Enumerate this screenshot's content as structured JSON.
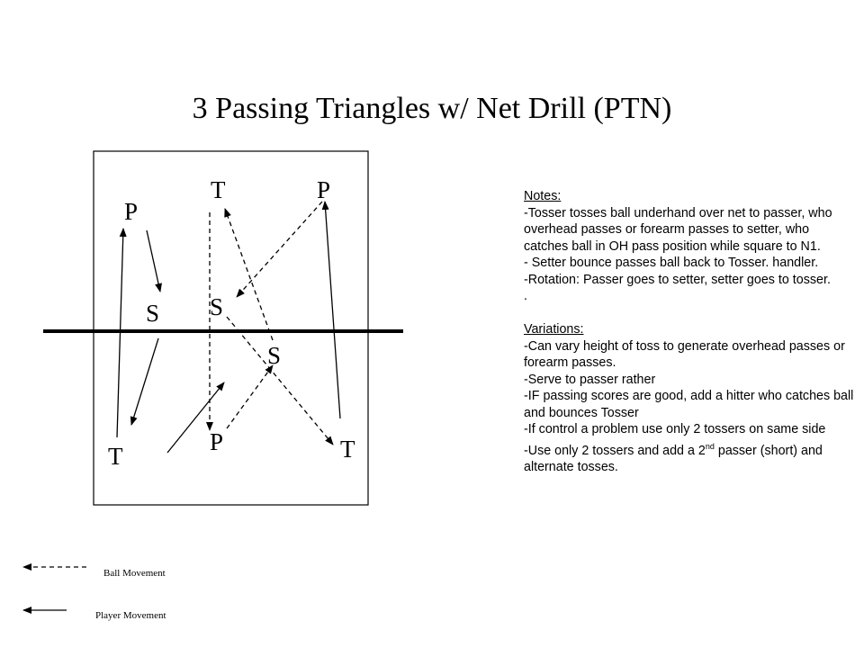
{
  "title": "3 Passing Triangles w/ Net Drill (PTN)",
  "diagram": {
    "labels": [
      {
        "id": "t-top",
        "text": "T"
      },
      {
        "id": "p-top-right",
        "text": "P"
      },
      {
        "id": "p-left",
        "text": "P"
      },
      {
        "id": "s-left",
        "text": "S"
      },
      {
        "id": "s-center",
        "text": "S"
      },
      {
        "id": "s-net",
        "text": "S"
      },
      {
        "id": "p-bottom",
        "text": "P"
      },
      {
        "id": "t-bottom-left",
        "text": "T"
      },
      {
        "id": "t-bottom-right",
        "text": "T"
      }
    ]
  },
  "notes": {
    "header": "Notes:",
    "lines": [
      "-Tosser tosses ball underhand over net to passer, who overhead passes or forearm passes to setter, who catches ball in OH pass position while square to N1.",
      "- Setter bounce passes ball back to Tosser. handler.",
      "-Rotation:  Passer goes to setter, setter goes to tosser.",
      "."
    ]
  },
  "variations": {
    "header": "Variations:",
    "lines": [
      "-Can vary height of  toss to generate overhead passes or forearm passes.",
      "-Serve to passer rather",
      "-IF passing scores are good, add a hitter who catches ball and bounces Tosser",
      "-If control a problem use only 2 tossers on same side"
    ],
    "last_line": {
      "before": "-Use only 2 tossers and add a 2",
      "sup": "nd",
      "after": " passer (short) and alternate tosses."
    }
  },
  "legend": {
    "ball_movement": "Ball Movement",
    "player_movement": "Player Movement"
  }
}
